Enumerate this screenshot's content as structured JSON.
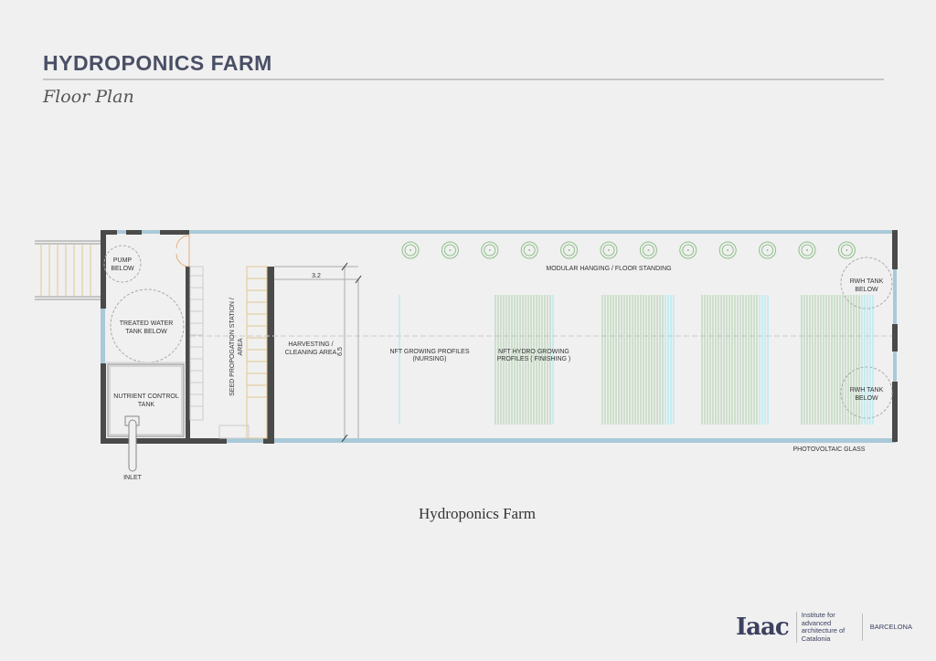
{
  "header": {
    "title": "HYDROPONICS FARM",
    "subtitle": "Floor Plan"
  },
  "plan": {
    "labels": {
      "pump": [
        "PUMP",
        "BELOW"
      ],
      "treated_water": [
        "TREATED WATER",
        "TANK BELOW"
      ],
      "nutrient": [
        "NUTRIENT CONTROL",
        "TANK"
      ],
      "inlet": "INLET",
      "seed_station": [
        "SEED PROPOGATION STATION /",
        "AREA"
      ],
      "harvesting": [
        "HARVESTING /",
        "CLEANING AREA"
      ],
      "dim_width": "3.2",
      "dim_length": "6.5",
      "modular": "MODULAR HANGING / FLOOR STANDING",
      "nft_nursing": [
        "NFT GROWING PROFILES",
        "(NURSING)"
      ],
      "nft_finishing": [
        "NFT HYDRO GROWING",
        "PROFILES ( FINISHING )"
      ],
      "rwh_top": [
        "RWH TANK",
        "BELOW"
      ],
      "rwh_bottom": [
        "RWH TANK",
        "BELOW"
      ],
      "photovoltaic": "PHOTOVOLTAIC GLASS"
    },
    "colors": {
      "wall": "#4a4a4a",
      "glass": "#a9c9d8",
      "green": "#8fbf8a",
      "cyan": "#7fe3ee",
      "stair": "#e0c890"
    }
  },
  "caption": "Hydroponics Farm",
  "logo": {
    "mark": "Iaac",
    "text": "Institute for advanced architecture of Catalonia",
    "city": "BARCELONA"
  }
}
